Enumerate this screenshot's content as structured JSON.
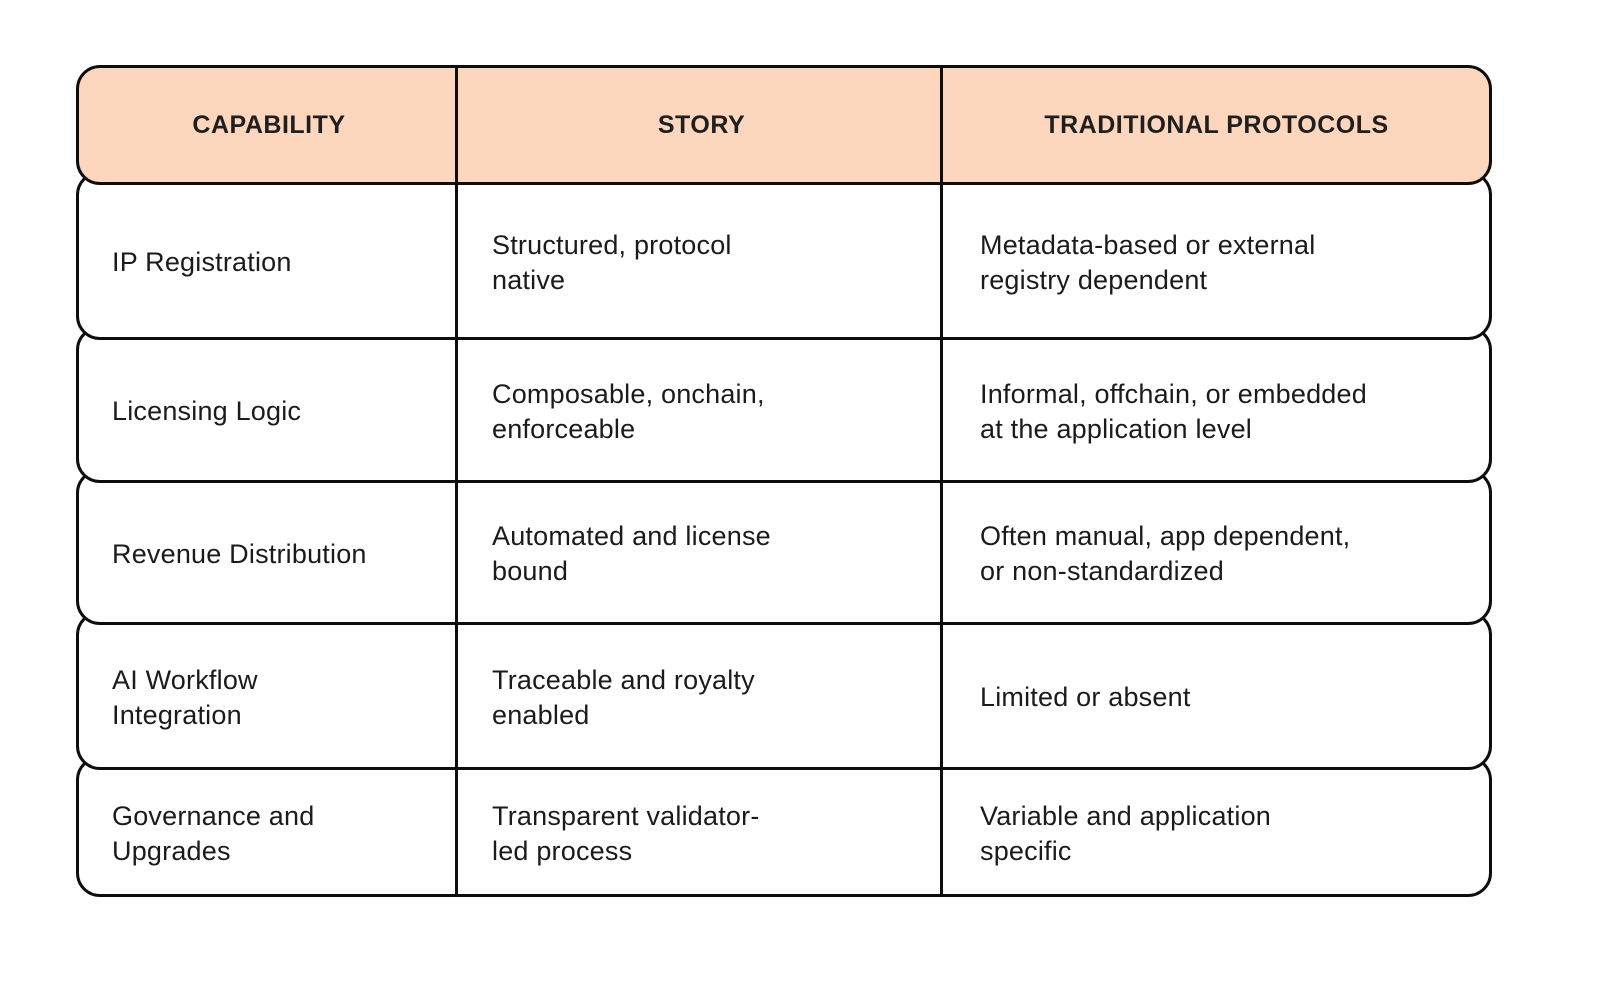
{
  "table": {
    "columns": [
      {
        "label": "CAPABILITY"
      },
      {
        "label": "STORY"
      },
      {
        "label": "TRADITIONAL PROTOCOLS"
      }
    ],
    "rows": [
      {
        "capability": "IP Registration",
        "story": "Structured, protocol\nnative",
        "traditional": "Metadata-based or external\nregistry dependent"
      },
      {
        "capability": "Licensing Logic",
        "story": "Composable, onchain,\nenforceable",
        "traditional": "Informal, offchain, or embedded\nat the application level"
      },
      {
        "capability": "Revenue Distribution",
        "story": "Automated and license\nbound",
        "traditional": "Often manual, app dependent,\nor non-standardized"
      },
      {
        "capability": "AI Workflow\nIntegration",
        "story": "Traceable and royalty\nenabled",
        "traditional": "Limited or absent"
      },
      {
        "capability": "Governance and\nUpgrades",
        "story": "Transparent validator-\nled process",
        "traditional": "Variable and application\nspecific"
      }
    ]
  },
  "colors": {
    "header_bg": "#FCD7BE",
    "border": "#0D0D0D",
    "text": "#1B1B1B",
    "page_bg": "#FFFFFF"
  }
}
